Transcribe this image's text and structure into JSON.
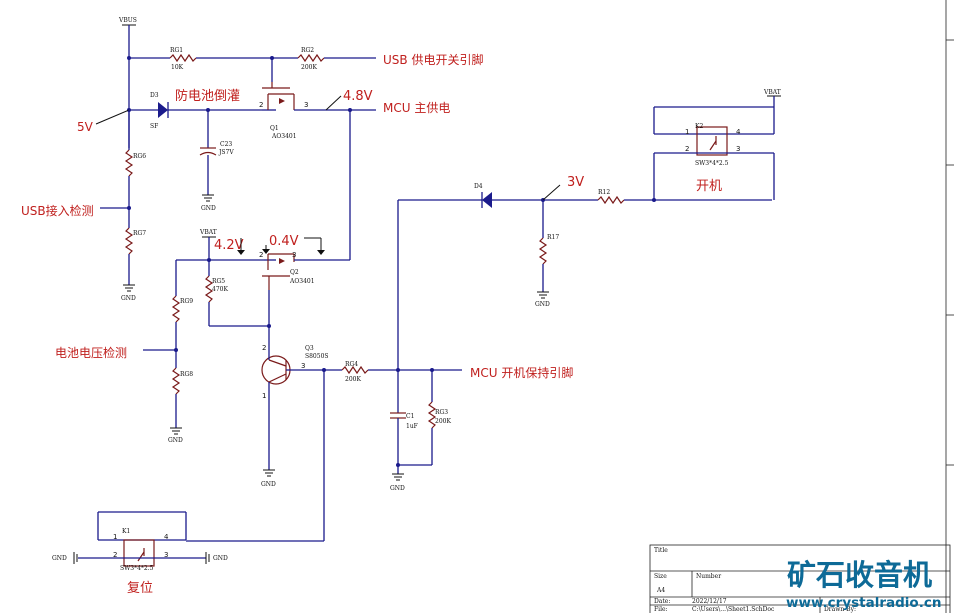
{
  "labels": {
    "vbus": "VBUS",
    "vbat_top": "VBAT",
    "vbat_mid": "VBAT",
    "gnd": "GND",
    "five_v": "5V",
    "usb_detect": "USB接入检测",
    "batt_detect": "电池电压检测",
    "reverse_protect": "防电池倒灌",
    "v48": "4.8V",
    "v42": "4.2V",
    "v04": "0.4V",
    "v3": "3V",
    "usb_pin": "USB 供电开关引脚",
    "mcu_supply": "MCU 主供电",
    "mcu_hold": "MCU 开机保持引脚",
    "power_on": "开机",
    "reset": "复位"
  },
  "components": {
    "rg1": {
      "ref": "RG1",
      "val": "10K"
    },
    "rg2": {
      "ref": "RG2",
      "val": "200K"
    },
    "d3": {
      "ref": "D3",
      "val": "SF"
    },
    "c23": {
      "ref": "C23",
      "val": "JS7V"
    },
    "q1": {
      "ref": "Q1",
      "val": "AO3401"
    },
    "rg6": {
      "ref": "RG6"
    },
    "rg7": {
      "ref": "RG7"
    },
    "q2": {
      "ref": "Q2",
      "val": "AO3401"
    },
    "rg5": {
      "ref": "RG5",
      "val": "470K"
    },
    "rg9": {
      "ref": "RG9"
    },
    "rg8": {
      "ref": "RG8"
    },
    "q3": {
      "ref": "Q3",
      "val": "S8050S"
    },
    "rg4": {
      "ref": "RG4",
      "val": "200K"
    },
    "c1": {
      "ref": "C1",
      "val": "1uF"
    },
    "rg3": {
      "ref": "RG3",
      "val": "200K"
    },
    "d4": {
      "ref": "D4"
    },
    "r12": {
      "ref": "R12"
    },
    "r17": {
      "ref": "R17"
    },
    "k1": {
      "ref": "K1",
      "val": "SW3*4*2.5"
    },
    "k2": {
      "ref": "K2",
      "val": "SW3*4*2.5"
    }
  },
  "pins": {
    "p1": "1",
    "p2": "2",
    "p3": "3",
    "p4": "4"
  },
  "title_block": {
    "title": "Title",
    "size": "Size",
    "number": "Number",
    "size_val": "A4",
    "date": "Date:",
    "date_val": "2022/12/17",
    "file": "File:",
    "file_val": "C:\\Users\\...\\Sheet1.SchDoc",
    "drawn": "Drawn By:"
  },
  "watermark": {
    "cn": "矿石收音机",
    "url": "www.crystalradio.cn"
  }
}
